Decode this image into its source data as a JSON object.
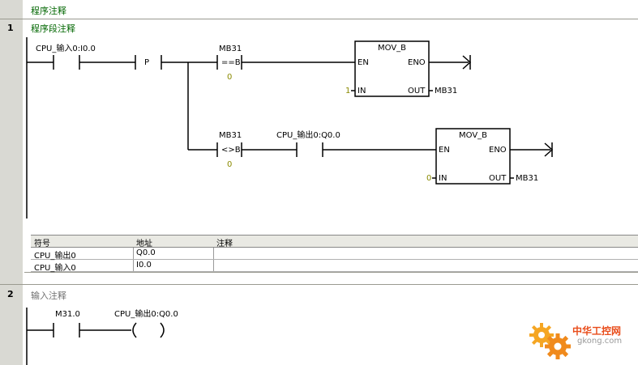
{
  "program_comment": "程序注释",
  "networks": [
    {
      "number": "1",
      "title": "程序段注释",
      "contacts": {
        "input_label": "CPU_输入0:I0.0",
        "edge": "P",
        "cmp1_top": "MB31",
        "cmp1_op": "==B",
        "cmp1_bottom": "0",
        "cmp2_top": "MB31",
        "cmp2_op": "<>B",
        "cmp2_bottom": "0",
        "output_contact_label": "CPU_输出0:Q0.0"
      },
      "boxes": [
        {
          "title": "MOV_B",
          "en": "EN",
          "eno": "ENO",
          "in_label": "IN",
          "out_label": "OUT",
          "in_value": "1",
          "out_value": "MB31"
        },
        {
          "title": "MOV_B",
          "en": "EN",
          "eno": "ENO",
          "in_label": "IN",
          "out_label": "OUT",
          "in_value": "0",
          "out_value": "MB31"
        }
      ],
      "symbol_table": {
        "headers": [
          "符号",
          "地址",
          "注释"
        ],
        "rows": [
          {
            "symbol": "CPU_输出0",
            "address": "Q0.0",
            "comment": ""
          },
          {
            "symbol": "CPU_输入0",
            "address": "I0.0",
            "comment": ""
          }
        ]
      }
    },
    {
      "number": "2",
      "title": "输入注释",
      "contact_label": "M31.0",
      "coil_label": "CPU_输出0:Q0.0"
    }
  ],
  "watermark": {
    "cn": "中华工控网",
    "en": "gkong.com"
  },
  "colors": {
    "gutter": "#d9d9d3",
    "title_green": "#006600",
    "value_olive": "#8a8a00",
    "watermark_orange": "#e94d1b"
  },
  "icons": [
    "gear-logo-icon"
  ]
}
